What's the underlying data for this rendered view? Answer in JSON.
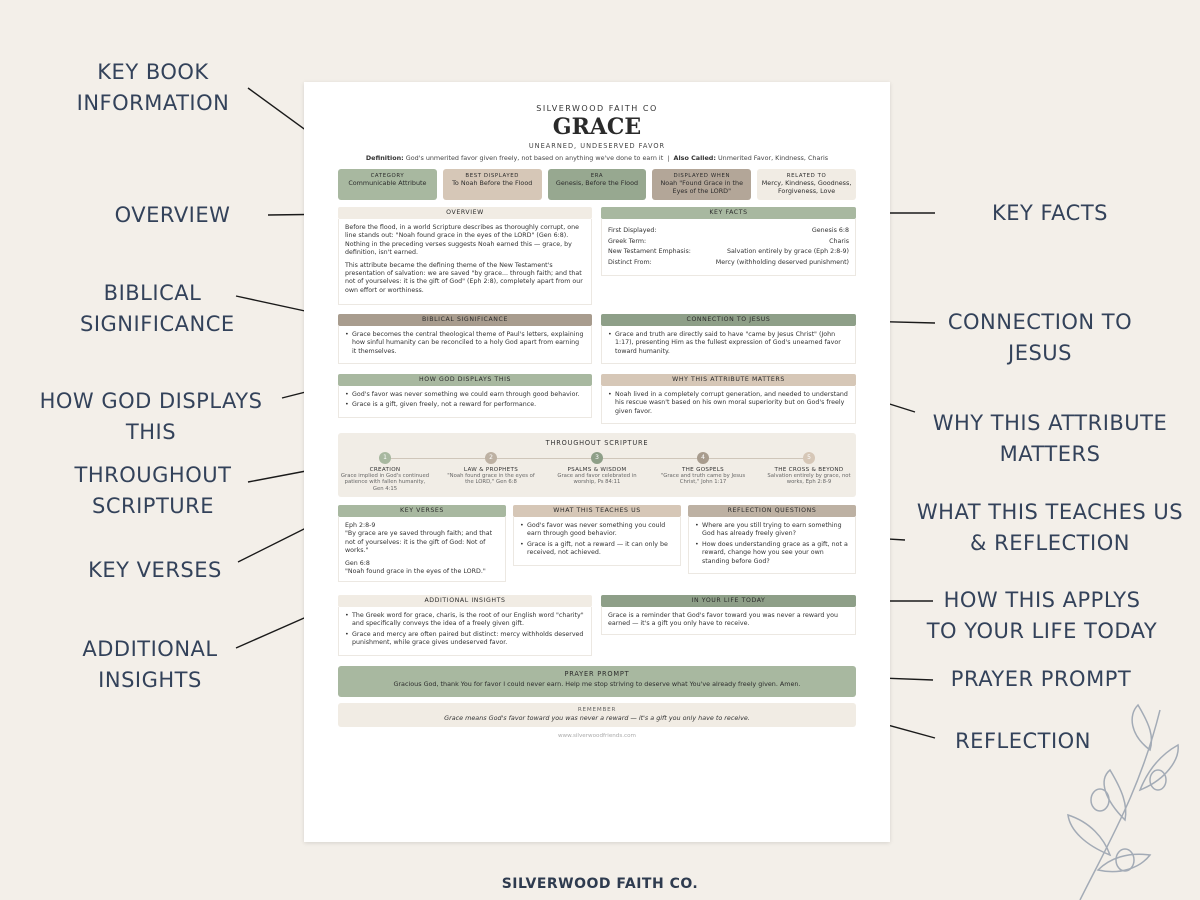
{
  "callouts": {
    "key_book": [
      "KEY BOOK",
      "INFORMATION"
    ],
    "overview": [
      "OVERVIEW"
    ],
    "biblical": [
      "BIBLICAL",
      "SIGNIFICANCE"
    ],
    "how_god": [
      "HOW GOD DISPLAYS",
      "THIS"
    ],
    "throughout": [
      "THROUGHOUT",
      "SCRIPTURE"
    ],
    "key_verses": [
      "KEY VERSES"
    ],
    "additional": [
      "ADDITIONAL",
      "INSIGHTS"
    ],
    "key_facts": [
      "KEY FACTS"
    ],
    "connection": [
      "CONNECTION TO",
      "JESUS"
    ],
    "why": [
      "WHY THIS ATTRIBUTE",
      "MATTERS"
    ],
    "teaches": [
      "WHAT THIS TEACHES US",
      "& REFLECTION"
    ],
    "applies": [
      "HOW THIS APPLYS",
      "TO YOUR LIFE TODAY"
    ],
    "prayer": [
      "PRAYER PROMPT"
    ],
    "reflection": [
      "REFLECTION"
    ]
  },
  "footer_brand": "SILVERWOOD FAITH CO.",
  "doc": {
    "brand": "SILVERWOOD FAITH CO",
    "title": "GRACE",
    "subtitle": "UNEARNED, UNDESERVED FAVOR",
    "definition_label": "Definition:",
    "definition": "God's unmerited favor given freely, not based on anything we've done to earn it",
    "also_label": "Also Called:",
    "also": "Unmerited Favor, Kindness, Charis",
    "categories": [
      {
        "h": "CATEGORY",
        "v": "Communicable Attribute",
        "color": "#a8b8a0"
      },
      {
        "h": "BEST DISPLAYED",
        "v": "To Noah Before the Flood",
        "color": "#d6c7b7"
      },
      {
        "h": "ERA",
        "v": "Genesis, Before the Flood",
        "color": "#97a890"
      },
      {
        "h": "DISPLAYED WHEN",
        "v": "Noah \"Found Grace in the Eyes of the LORD\"",
        "color": "#b3a698"
      },
      {
        "h": "RELATED TO",
        "v": "Mercy, Kindness, Goodness, Forgiveness, Love",
        "color": "#f1ece4"
      }
    ],
    "overview": {
      "title": "OVERVIEW",
      "p1": "Before the flood, in a world Scripture describes as thoroughly corrupt, one line stands out: \"Noah found grace in the eyes of the LORD\" (Gen 6:8). Nothing in the preceding verses suggests Noah earned this — grace, by definition, isn't earned.",
      "p2": "This attribute became the defining theme of the New Testament's presentation of salvation: we are saved \"by grace... through faith; and that not of yourselves: it is the gift of God\" (Eph 2:8), completely apart from our own effort or worthiness."
    },
    "key_facts": {
      "title": "KEY FACTS",
      "rows": [
        {
          "k": "First Displayed:",
          "v": "Genesis 6:8"
        },
        {
          "k": "Greek Term:",
          "v": "Charis"
        },
        {
          "k": "New Testament Emphasis:",
          "v": "Salvation entirely by grace (Eph 2:8-9)"
        },
        {
          "k": "Distinct From:",
          "v": "Mercy (withholding deserved punishment)"
        }
      ]
    },
    "biblical": {
      "title": "BIBLICAL SIGNIFICANCE",
      "items": [
        "Grace becomes the central theological theme of Paul's letters, explaining how sinful humanity can be reconciled to a holy God apart from earning it themselves."
      ]
    },
    "connection": {
      "title": "CONNECTION TO JESUS",
      "items": [
        "Grace and truth are directly said to have \"came by Jesus Christ\" (John 1:17), presenting Him as the fullest expression of God's unearned favor toward humanity."
      ]
    },
    "how_god": {
      "title": "HOW GOD DISPLAYS THIS",
      "items": [
        "God's favor was never something we could earn through good behavior.",
        "Grace is a gift, given freely, not a reward for performance."
      ]
    },
    "why": {
      "title": "WHY THIS ATTRIBUTE MATTERS",
      "items": [
        "Noah lived in a completely corrupt generation, and needed to understand his rescue wasn't based on his own moral superiority but on God's freely given favor."
      ]
    },
    "throughout": {
      "title": "THROUGHOUT SCRIPTURE",
      "steps": [
        {
          "n": "1",
          "t": "CREATION",
          "d": "Grace implied in God's continued patience with fallen humanity, Gen 4:15",
          "color": "#a8b8a0"
        },
        {
          "n": "2",
          "t": "LAW & PROPHETS",
          "d": "\"Noah found grace in the eyes of the LORD,\" Gen 6:8",
          "color": "#bdb1a3"
        },
        {
          "n": "3",
          "t": "PSALMS & WISDOM",
          "d": "Grace and favor celebrated in worship, Ps 84:11",
          "color": "#8e9f88"
        },
        {
          "n": "4",
          "t": "THE GOSPELS",
          "d": "\"Grace and truth came by Jesus Christ,\" John 1:17",
          "color": "#a89c8e"
        },
        {
          "n": "5",
          "t": "THE CROSS & BEYOND",
          "d": "Salvation entirely by grace, not works, Eph 2:8-9",
          "color": "#d6c7b7"
        }
      ]
    },
    "key_verses": {
      "title": "KEY VERSES",
      "ref1": "Eph 2:8-9",
      "v1": "\"By grace are ye saved through faith; and that not of yourselves: it is the gift of God: Not of works.\"",
      "ref2": "Gen 6:8",
      "v2": "\"Noah found grace in the eyes of the LORD.\""
    },
    "teaches": {
      "title": "WHAT THIS TEACHES US",
      "items": [
        "God's favor was never something you could earn through good behavior.",
        "Grace is a gift, not a reward — it can only be received, not achieved."
      ]
    },
    "reflection_q": {
      "title": "REFLECTION QUESTIONS",
      "items": [
        "Where are you still trying to earn something God has already freely given?",
        "How does understanding grace as a gift, not a reward, change how you see your own standing before God?"
      ]
    },
    "additional": {
      "title": "ADDITIONAL INSIGHTS",
      "items": [
        "The Greek word for grace, charis, is the root of our English word \"charity\" and specifically conveys the idea of a freely given gift.",
        "Grace and mercy are often paired but distinct: mercy withholds deserved punishment, while grace gives undeserved favor."
      ]
    },
    "your_life": {
      "title": "IN YOUR LIFE TODAY",
      "text": "Grace is a reminder that God's favor toward you was never a reward you earned — it's a gift you only have to receive."
    },
    "prayer": {
      "title": "PRAYER PROMPT",
      "text": "Gracious God, thank You for favor I could never earn. Help me stop striving to deserve what You've already freely given. Amen."
    },
    "remember": {
      "title": "REMEMBER",
      "text": "Grace means God's favor toward you was never a reward — it's a gift you only have to receive."
    },
    "website": "www.silverwoodfriends.com"
  }
}
